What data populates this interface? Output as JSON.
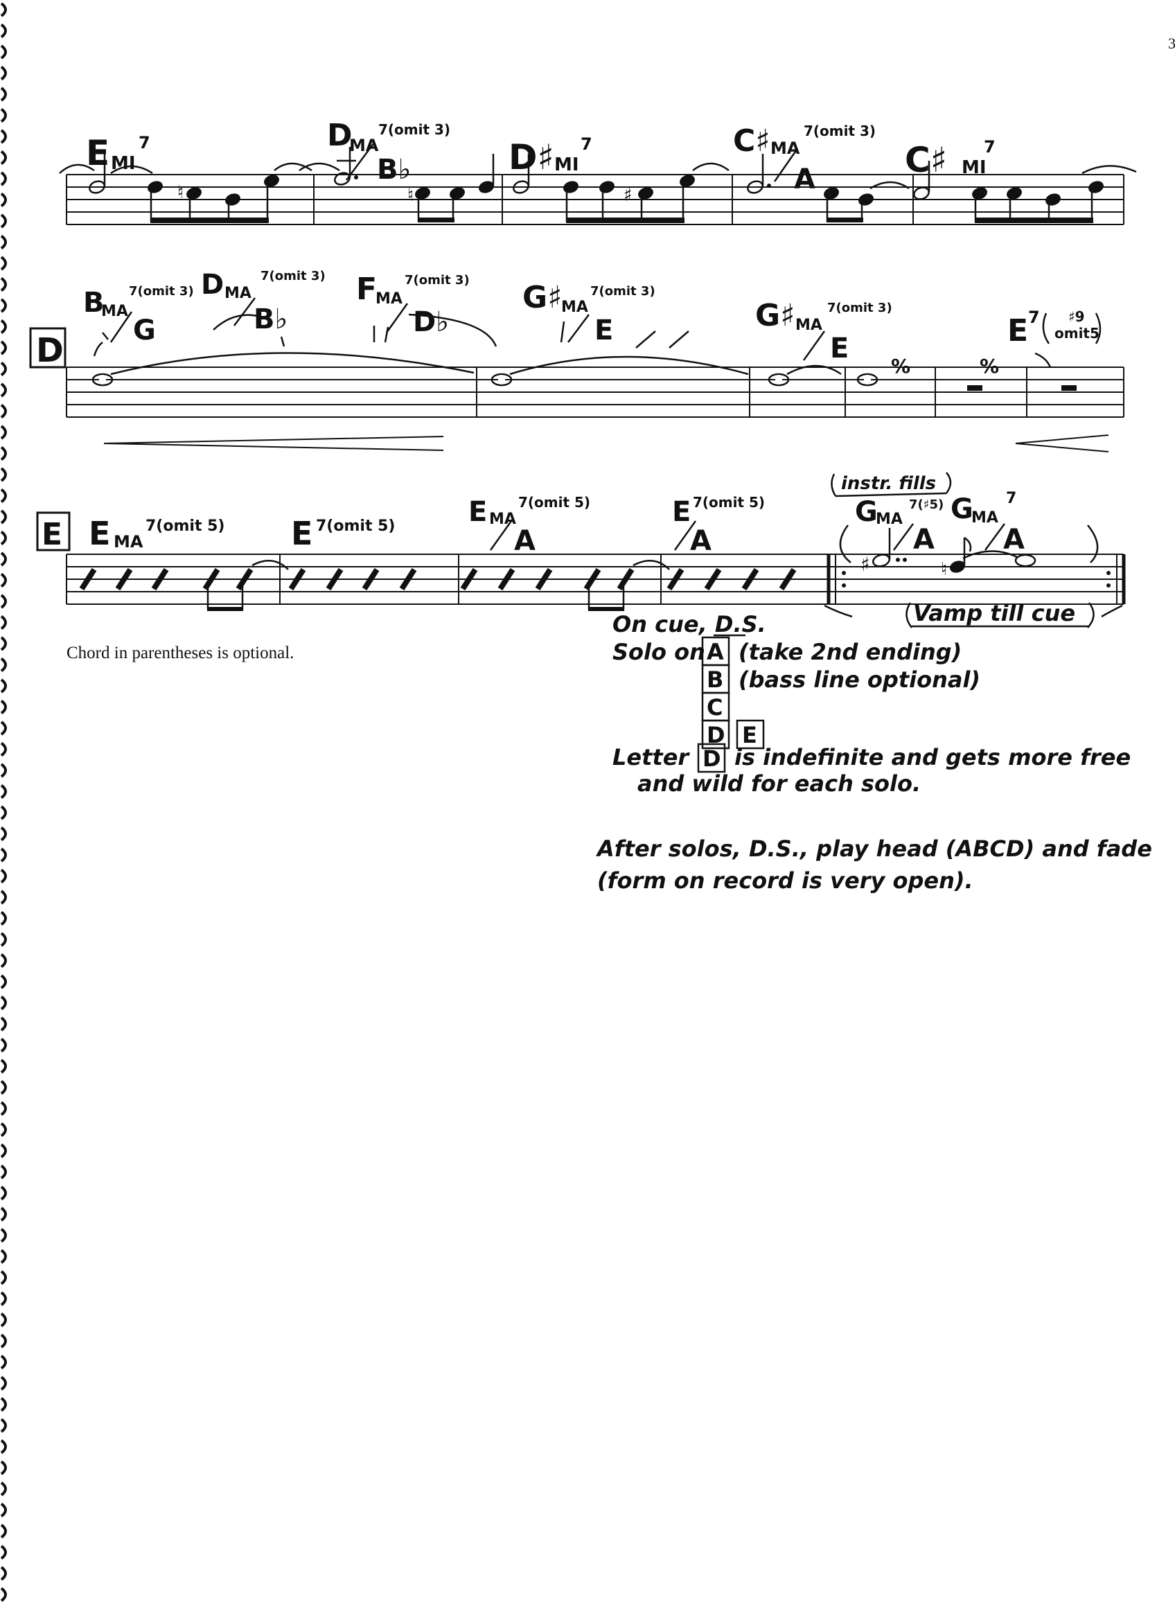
{
  "page_number": "3",
  "systems": [
    {
      "rehearsal_mark": "",
      "chords": [
        {
          "root": "E",
          "quality": "MI",
          "ext": "7",
          "bass": ""
        },
        {
          "root": "D",
          "quality": "MA",
          "ext": "7(omit 3)",
          "bass": "B♭"
        },
        {
          "root": "D♯",
          "quality": "MI",
          "ext": "7",
          "bass": ""
        },
        {
          "root": "C♯",
          "quality": "MA",
          "ext": "7(omit 3)",
          "bass": "A"
        },
        {
          "root": "C♯",
          "quality": "MI",
          "ext": "7",
          "bass": ""
        }
      ]
    },
    {
      "rehearsal_mark": "D",
      "chords": [
        {
          "root": "B",
          "quality": "MA",
          "ext": "7(omit 3)",
          "bass": "G"
        },
        {
          "root": "D",
          "quality": "MA",
          "ext": "7(omit 3)",
          "bass": "B♭"
        },
        {
          "root": "F",
          "quality": "MA",
          "ext": "7(omit 3)",
          "bass": "D♭"
        },
        {
          "root": "G♯",
          "quality": "MA",
          "ext": "7(omit 3)",
          "bass": "E"
        },
        {
          "root": "G♯",
          "quality": "MA",
          "ext": "7(omit 3)",
          "bass": "E"
        },
        {
          "root": "E",
          "quality": "",
          "ext": "7",
          "alt_top": "♯9",
          "alt_bottom": "omit5",
          "bass": ""
        }
      ],
      "repeat_signs": [
        "%",
        "%"
      ]
    },
    {
      "rehearsal_mark": "E",
      "chords": [
        {
          "root": "E",
          "quality": "MA",
          "ext": "7(omit 5)",
          "bass": ""
        },
        {
          "root": "E",
          "quality": "",
          "ext": "7(omit 5)",
          "bass": ""
        },
        {
          "root": "E",
          "quality": "MA",
          "ext": "7(omit 5)",
          "bass": "A"
        },
        {
          "root": "E",
          "quality": "",
          "ext": "7(omit 5)",
          "bass": "A"
        },
        {
          "root": "G",
          "quality": "MA",
          "ext": "7(♯5)",
          "bass": "A"
        },
        {
          "root": "G",
          "quality": "MA",
          "ext": "7",
          "bass": "A"
        }
      ],
      "fills_note": "instr. fills",
      "vamp_note": "Vamp till cue"
    }
  ],
  "footnote": "Chord in parentheses is optional.",
  "instructions": {
    "on_cue": "On cue, D.S.",
    "solo_on": "Solo on",
    "letter_a": "A",
    "letter_a_note": "(take 2nd ending)",
    "letter_b": "B",
    "letter_b_note": "(bass line optional)",
    "letter_c": "C",
    "letter_d": "D",
    "letter_e": "E",
    "letter_line_prefix": "Letter",
    "letter_line_d": "D",
    "letter_line_suffix": "is indefinite and gets more free",
    "letter_line_2": "and wild for each solo.",
    "after_line_1": "After solos, D.S., play head (ABCD) and fade",
    "after_line_2": "(form on record is very open)."
  }
}
